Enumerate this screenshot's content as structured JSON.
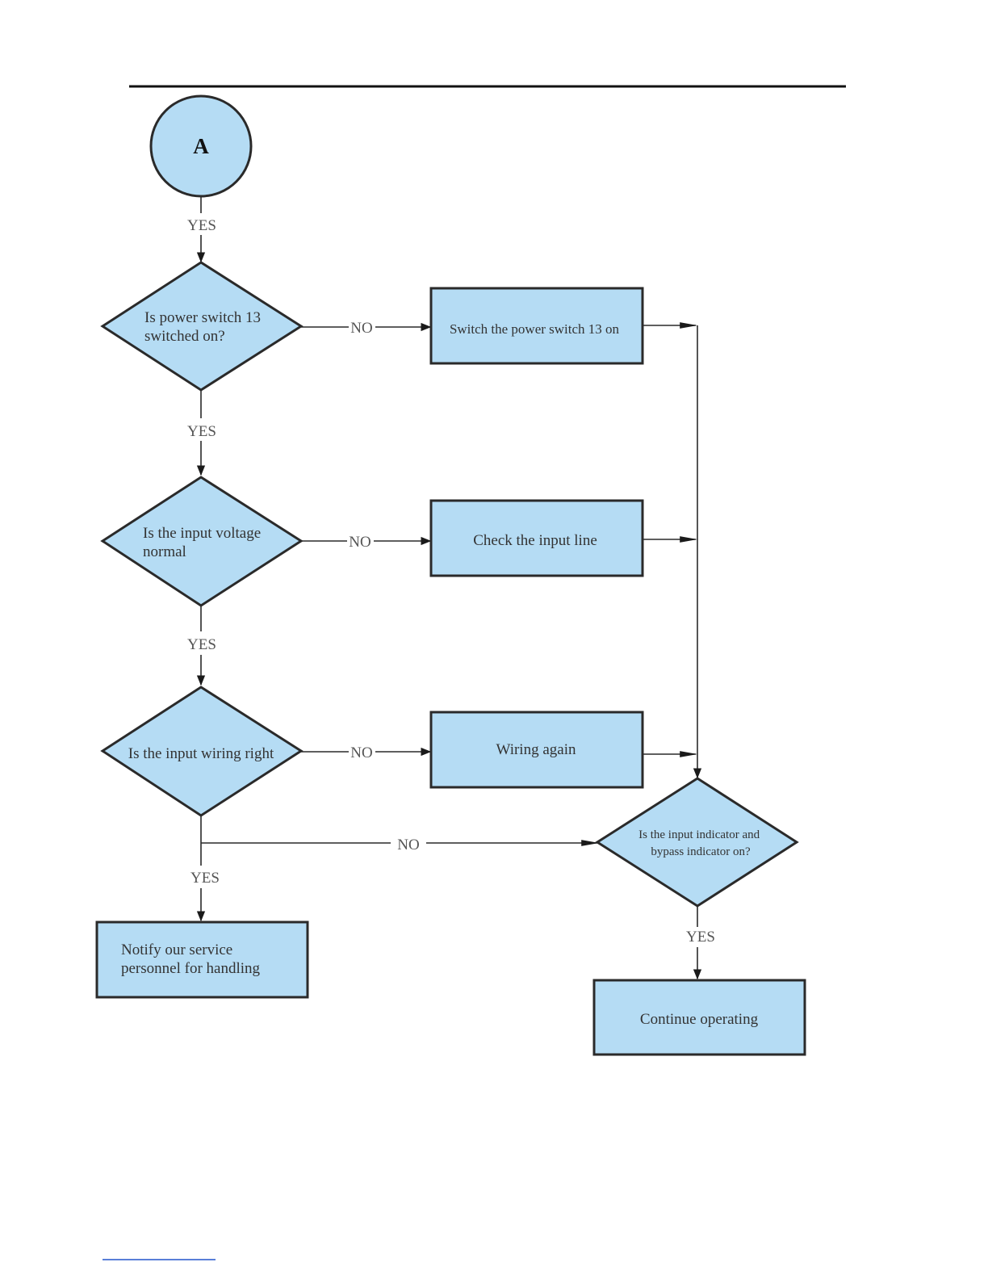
{
  "diagram": {
    "start": {
      "label": "A"
    },
    "decisions": {
      "power_switch": {
        "lines": [
          "Is power switch 13",
          "switched on?"
        ]
      },
      "input_voltage": {
        "lines": [
          "Is the input voltage",
          "normal"
        ]
      },
      "input_wiring": {
        "lines": [
          "Is the input wiring right"
        ]
      },
      "indicators": {
        "lines": [
          "Is the input indicator and",
          "bypass indicator on?"
        ]
      }
    },
    "actions": {
      "switch_on": {
        "lines": [
          "Switch the power switch 13 on"
        ]
      },
      "check_line": {
        "lines": [
          "Check the input line"
        ]
      },
      "wiring_again": {
        "lines": [
          "Wiring again"
        ]
      },
      "notify_service": {
        "lines": [
          "Notify our service",
          "personnel for handling"
        ]
      },
      "continue_operating": {
        "lines": [
          "Continue operating"
        ]
      }
    },
    "edge_labels": {
      "a_to_power": "YES",
      "power_yes": "YES",
      "power_no": "NO",
      "voltage_yes": "YES",
      "voltage_no": "NO",
      "wiring_no": "NO",
      "wiring_yes_branch_no": "NO",
      "wiring_yes": "YES",
      "indicators_yes": "YES"
    },
    "colors": {
      "node_fill": "#b5dcf4",
      "stroke": "#2a2a2a"
    }
  }
}
